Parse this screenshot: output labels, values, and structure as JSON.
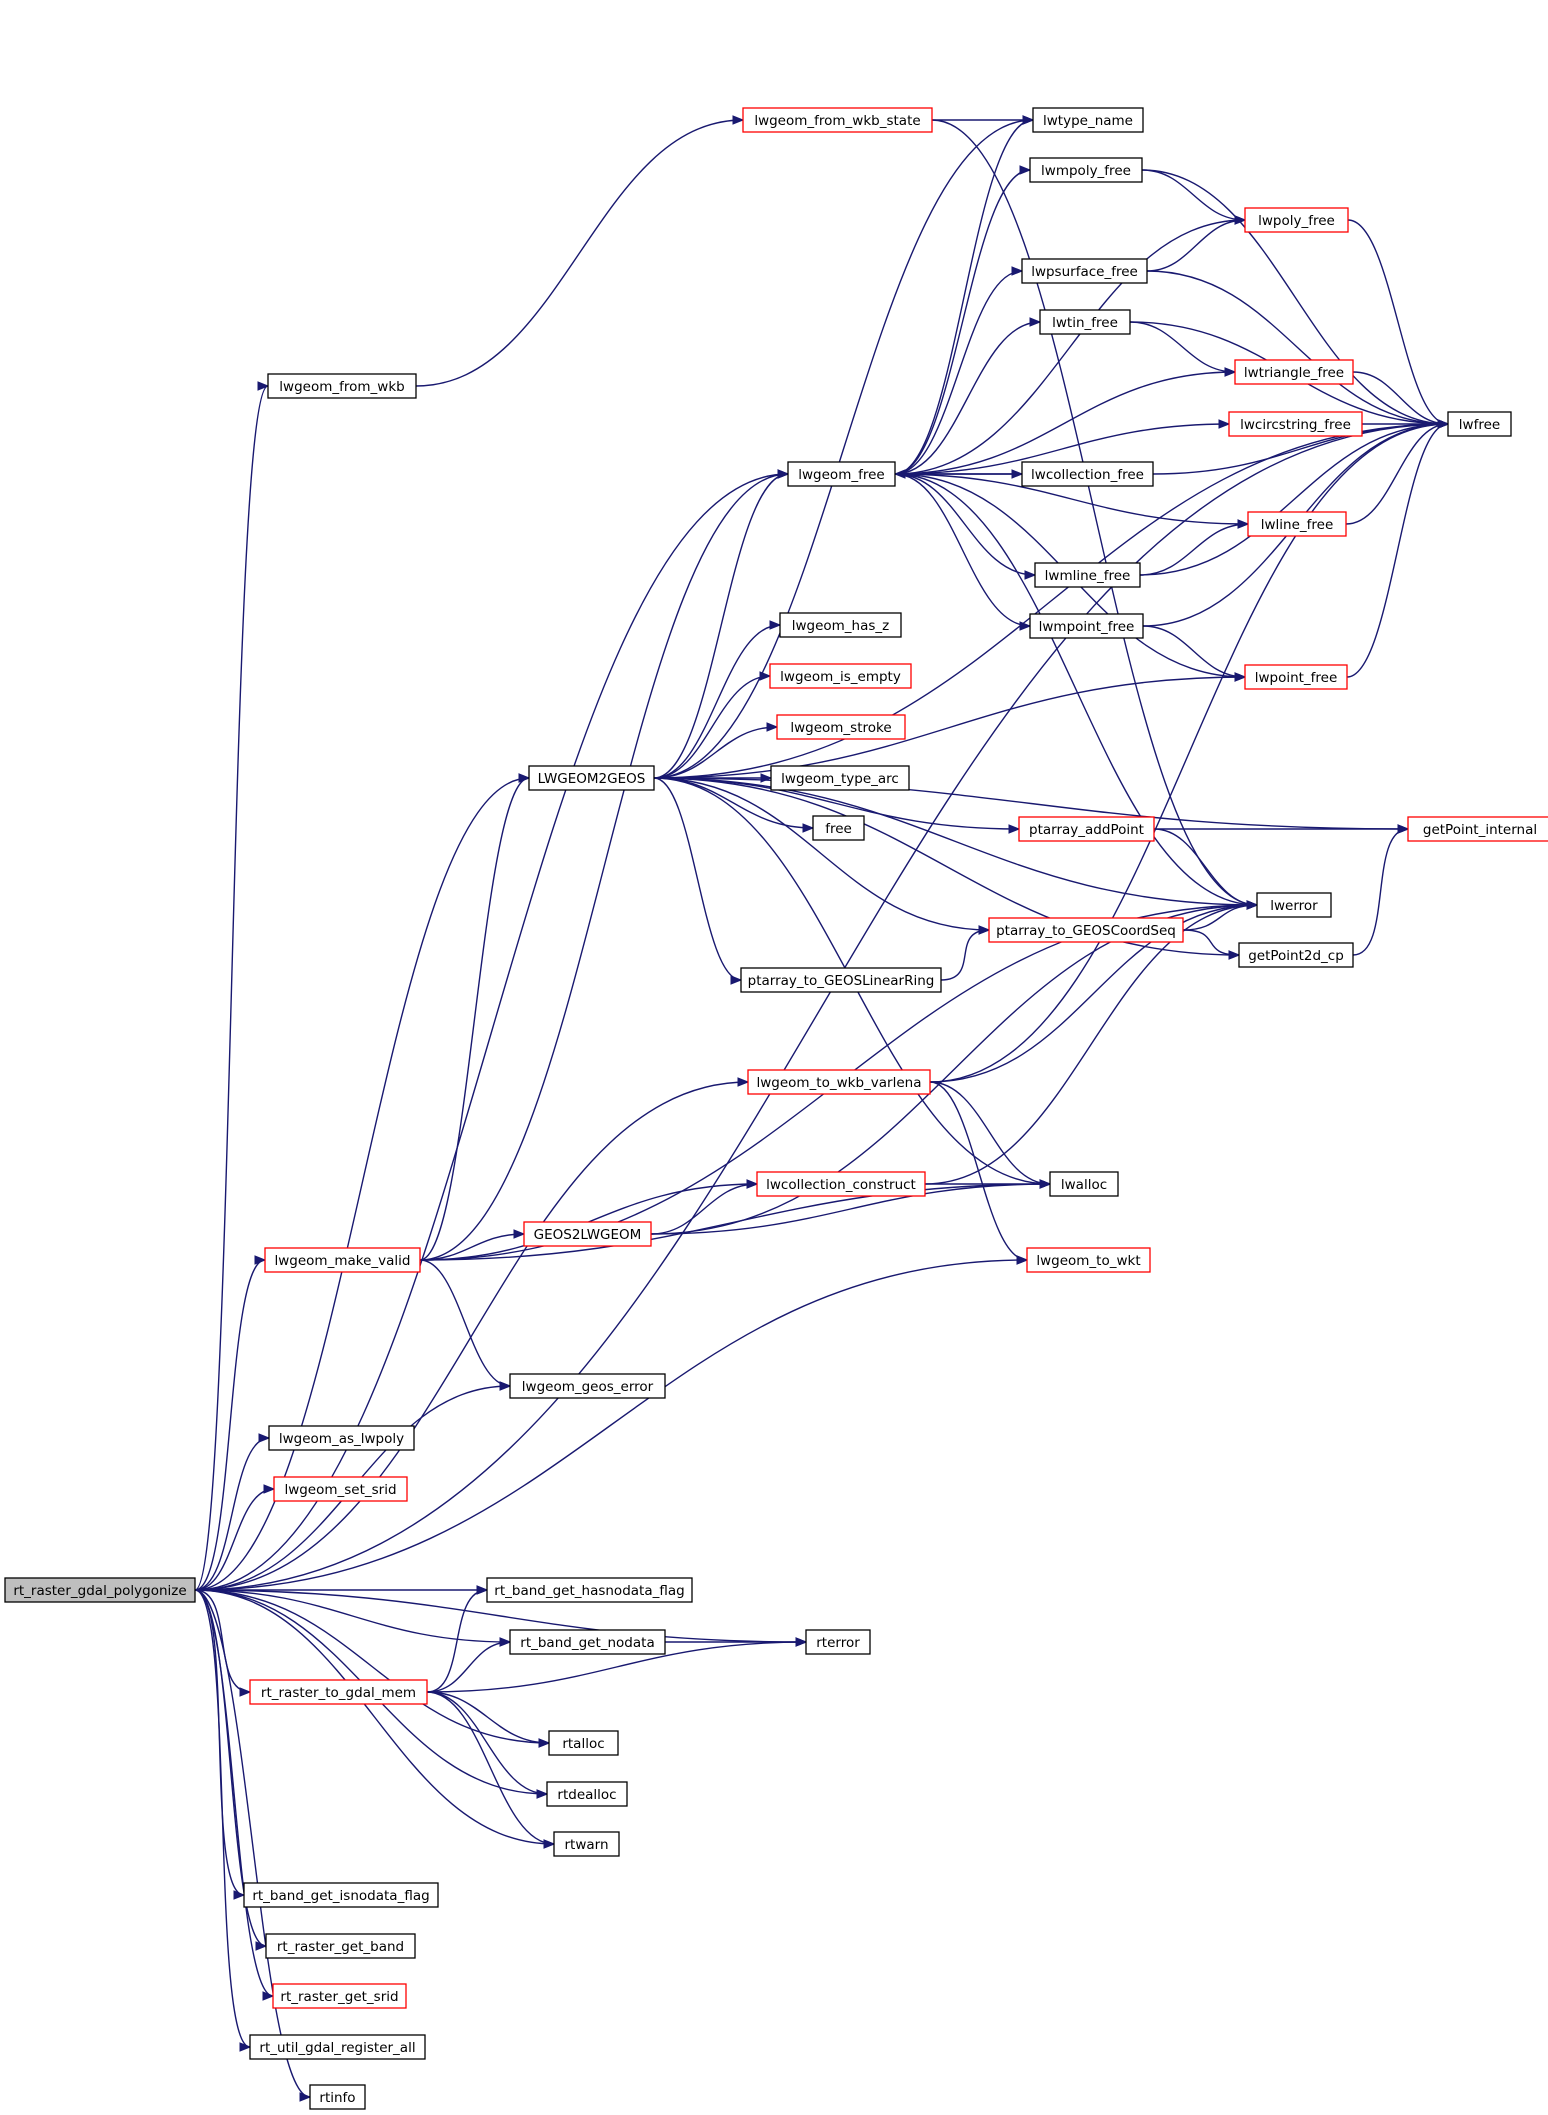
{
  "diagram": {
    "colors": {
      "edge": "#191970",
      "node_border": "#000000",
      "node_border_incomplete": "#ff0000",
      "root_fill": "#bfbfbf",
      "background": "#ffffff"
    },
    "nodes": [
      {
        "id": "root",
        "label": "rt_raster_gdal_polygonize",
        "kind": "root"
      },
      {
        "id": "lwgeom_from_wkb",
        "label": "lwgeom_from_wkb"
      },
      {
        "id": "lwgeom_from_wkb_state",
        "label": "lwgeom_from_wkb_state",
        "kind": "red"
      },
      {
        "id": "lwtype_name",
        "label": "lwtype_name"
      },
      {
        "id": "lwmpoly_free",
        "label": "lwmpoly_free"
      },
      {
        "id": "lwpoly_free",
        "label": "lwpoly_free",
        "kind": "red"
      },
      {
        "id": "lwpsurface_free",
        "label": "lwpsurface_free"
      },
      {
        "id": "lwtin_free",
        "label": "lwtin_free"
      },
      {
        "id": "lwtriangle_free",
        "label": "lwtriangle_free",
        "kind": "red"
      },
      {
        "id": "lwfree",
        "label": "lwfree"
      },
      {
        "id": "lwcircstring_free",
        "label": "lwcircstring_free",
        "kind": "red"
      },
      {
        "id": "lwgeom_free",
        "label": "lwgeom_free"
      },
      {
        "id": "lwcollection_free",
        "label": "lwcollection_free"
      },
      {
        "id": "lwline_free",
        "label": "lwline_free",
        "kind": "red"
      },
      {
        "id": "lwmline_free",
        "label": "lwmline_free"
      },
      {
        "id": "lwgeom_has_z",
        "label": "lwgeom_has_z"
      },
      {
        "id": "lwmpoint_free",
        "label": "lwmpoint_free"
      },
      {
        "id": "lwgeom_is_empty",
        "label": "lwgeom_is_empty",
        "kind": "red"
      },
      {
        "id": "lwpoint_free",
        "label": "lwpoint_free",
        "kind": "red"
      },
      {
        "id": "lwgeom_stroke",
        "label": "lwgeom_stroke",
        "kind": "red"
      },
      {
        "id": "LWGEOM2GEOS",
        "label": "LWGEOM2GEOS"
      },
      {
        "id": "lwgeom_type_arc",
        "label": "lwgeom_type_arc"
      },
      {
        "id": "free",
        "label": "free"
      },
      {
        "id": "ptarray_addPoint",
        "label": "ptarray_addPoint",
        "kind": "red"
      },
      {
        "id": "getPoint_internal",
        "label": "getPoint_internal",
        "kind": "red"
      },
      {
        "id": "lwerror",
        "label": "lwerror"
      },
      {
        "id": "ptarray_to_GEOSCoordSeq",
        "label": "ptarray_to_GEOSCoordSeq",
        "kind": "red"
      },
      {
        "id": "getPoint2d_cp",
        "label": "getPoint2d_cp"
      },
      {
        "id": "ptarray_to_GEOSLinearRing",
        "label": "ptarray_to_GEOSLinearRing"
      },
      {
        "id": "lwgeom_to_wkb_varlena",
        "label": "lwgeom_to_wkb_varlena",
        "kind": "red"
      },
      {
        "id": "lwcollection_construct",
        "label": "lwcollection_construct",
        "kind": "red"
      },
      {
        "id": "lwalloc",
        "label": "lwalloc"
      },
      {
        "id": "GEOS2LWGEOM",
        "label": "GEOS2LWGEOM",
        "kind": "red"
      },
      {
        "id": "lwgeom_make_valid",
        "label": "lwgeom_make_valid",
        "kind": "red"
      },
      {
        "id": "lwgeom_to_wkt",
        "label": "lwgeom_to_wkt",
        "kind": "red"
      },
      {
        "id": "lwgeom_geos_error",
        "label": "lwgeom_geos_error"
      },
      {
        "id": "lwgeom_as_lwpoly",
        "label": "lwgeom_as_lwpoly"
      },
      {
        "id": "lwgeom_set_srid",
        "label": "lwgeom_set_srid",
        "kind": "red"
      },
      {
        "id": "rt_band_get_hasnodata_flag",
        "label": "rt_band_get_hasnodata_flag"
      },
      {
        "id": "rt_band_get_nodata",
        "label": "rt_band_get_nodata"
      },
      {
        "id": "rterror",
        "label": "rterror"
      },
      {
        "id": "rt_raster_to_gdal_mem",
        "label": "rt_raster_to_gdal_mem",
        "kind": "red"
      },
      {
        "id": "rtalloc",
        "label": "rtalloc"
      },
      {
        "id": "rtdealloc",
        "label": "rtdealloc"
      },
      {
        "id": "rtwarn",
        "label": "rtwarn"
      },
      {
        "id": "rt_band_get_isnodata_flag",
        "label": "rt_band_get_isnodata_flag"
      },
      {
        "id": "rt_raster_get_band",
        "label": "rt_raster_get_band"
      },
      {
        "id": "rt_raster_get_srid",
        "label": "rt_raster_get_srid",
        "kind": "red"
      },
      {
        "id": "rt_util_gdal_register_all",
        "label": "rt_util_gdal_register_all"
      },
      {
        "id": "rtinfo",
        "label": "rtinfo"
      }
    ],
    "edges": [
      [
        "root",
        "lwgeom_from_wkb"
      ],
      [
        "root",
        "lwfree"
      ],
      [
        "root",
        "lwgeom_free"
      ],
      [
        "root",
        "LWGEOM2GEOS"
      ],
      [
        "root",
        "lwgeom_to_wkb_varlena"
      ],
      [
        "root",
        "lwgeom_make_valid"
      ],
      [
        "root",
        "lwgeom_geos_error"
      ],
      [
        "root",
        "lwgeom_to_wkt"
      ],
      [
        "root",
        "lwgeom_as_lwpoly"
      ],
      [
        "root",
        "lwgeom_set_srid"
      ],
      [
        "root",
        "rterror"
      ],
      [
        "root",
        "rt_band_get_hasnodata_flag"
      ],
      [
        "root",
        "rt_band_get_nodata"
      ],
      [
        "root",
        "rt_raster_to_gdal_mem"
      ],
      [
        "root",
        "rtalloc"
      ],
      [
        "root",
        "rtdealloc"
      ],
      [
        "root",
        "rtwarn"
      ],
      [
        "root",
        "rt_band_get_isnodata_flag"
      ],
      [
        "root",
        "rt_raster_get_band"
      ],
      [
        "root",
        "rt_raster_get_srid"
      ],
      [
        "root",
        "rt_util_gdal_register_all"
      ],
      [
        "root",
        "rtinfo"
      ],
      [
        "lwgeom_from_wkb",
        "lwgeom_from_wkb_state"
      ],
      [
        "lwgeom_from_wkb_state",
        "lwtype_name"
      ],
      [
        "lwgeom_from_wkb_state",
        "lwerror"
      ],
      [
        "lwmpoly_free",
        "lwpoly_free"
      ],
      [
        "lwmpoly_free",
        "lwfree"
      ],
      [
        "lwpoly_free",
        "lwfree"
      ],
      [
        "lwpsurface_free",
        "lwpoly_free"
      ],
      [
        "lwpsurface_free",
        "lwfree"
      ],
      [
        "lwtin_free",
        "lwtriangle_free"
      ],
      [
        "lwtin_free",
        "lwfree"
      ],
      [
        "lwtriangle_free",
        "lwfree"
      ],
      [
        "lwcircstring_free",
        "lwfree"
      ],
      [
        "lwcollection_free",
        "lwgeom_free"
      ],
      [
        "lwcollection_free",
        "lwfree"
      ],
      [
        "lwline_free",
        "lwfree"
      ],
      [
        "lwmline_free",
        "lwline_free"
      ],
      [
        "lwmline_free",
        "lwfree"
      ],
      [
        "lwmpoint_free",
        "lwpoint_free"
      ],
      [
        "lwmpoint_free",
        "lwfree"
      ],
      [
        "lwpoint_free",
        "lwfree"
      ],
      [
        "lwgeom_free",
        "lwtype_name"
      ],
      [
        "lwgeom_free",
        "lwmpoly_free"
      ],
      [
        "lwgeom_free",
        "lwpoly_free"
      ],
      [
        "lwgeom_free",
        "lwpsurface_free"
      ],
      [
        "lwgeom_free",
        "lwtin_free"
      ],
      [
        "lwgeom_free",
        "lwtriangle_free"
      ],
      [
        "lwgeom_free",
        "lwcircstring_free"
      ],
      [
        "lwgeom_free",
        "lwcollection_free"
      ],
      [
        "lwgeom_free",
        "lwline_free"
      ],
      [
        "lwgeom_free",
        "lwmline_free"
      ],
      [
        "lwgeom_free",
        "lwmpoint_free"
      ],
      [
        "lwgeom_free",
        "lwpoint_free"
      ],
      [
        "lwgeom_free",
        "lwerror"
      ],
      [
        "LWGEOM2GEOS",
        "lwtype_name"
      ],
      [
        "LWGEOM2GEOS",
        "lwfree"
      ],
      [
        "LWGEOM2GEOS",
        "lwgeom_free"
      ],
      [
        "LWGEOM2GEOS",
        "lwgeom_has_z"
      ],
      [
        "LWGEOM2GEOS",
        "lwgeom_is_empty"
      ],
      [
        "LWGEOM2GEOS",
        "lwpoint_free"
      ],
      [
        "LWGEOM2GEOS",
        "lwgeom_stroke"
      ],
      [
        "LWGEOM2GEOS",
        "lwgeom_type_arc"
      ],
      [
        "LWGEOM2GEOS",
        "free"
      ],
      [
        "LWGEOM2GEOS",
        "ptarray_addPoint"
      ],
      [
        "LWGEOM2GEOS",
        "getPoint_internal"
      ],
      [
        "LWGEOM2GEOS",
        "lwerror"
      ],
      [
        "LWGEOM2GEOS",
        "ptarray_to_GEOSCoordSeq"
      ],
      [
        "LWGEOM2GEOS",
        "ptarray_to_GEOSLinearRing"
      ],
      [
        "LWGEOM2GEOS",
        "getPoint2d_cp"
      ],
      [
        "LWGEOM2GEOS",
        "lwalloc"
      ],
      [
        "ptarray_addPoint",
        "getPoint_internal"
      ],
      [
        "ptarray_addPoint",
        "lwerror"
      ],
      [
        "ptarray_to_GEOSCoordSeq",
        "lwerror"
      ],
      [
        "ptarray_to_GEOSCoordSeq",
        "getPoint2d_cp"
      ],
      [
        "getPoint2d_cp",
        "getPoint_internal"
      ],
      [
        "ptarray_to_GEOSLinearRing",
        "ptarray_to_GEOSCoordSeq"
      ],
      [
        "lwgeom_to_wkb_varlena",
        "lwerror"
      ],
      [
        "lwgeom_to_wkb_varlena",
        "lwfree"
      ],
      [
        "lwgeom_to_wkb_varlena",
        "lwalloc"
      ],
      [
        "lwgeom_to_wkb_varlena",
        "lwgeom_to_wkt"
      ],
      [
        "lwcollection_construct",
        "lwalloc"
      ],
      [
        "lwcollection_construct",
        "lwerror"
      ],
      [
        "GEOS2LWGEOM",
        "lwcollection_construct"
      ],
      [
        "GEOS2LWGEOM",
        "lwalloc"
      ],
      [
        "GEOS2LWGEOM",
        "lwerror"
      ],
      [
        "lwgeom_make_valid",
        "lwgeom_free"
      ],
      [
        "lwgeom_make_valid",
        "LWGEOM2GEOS"
      ],
      [
        "lwgeom_make_valid",
        "lwcollection_construct"
      ],
      [
        "lwgeom_make_valid",
        "GEOS2LWGEOM"
      ],
      [
        "lwgeom_make_valid",
        "lwalloc"
      ],
      [
        "lwgeom_make_valid",
        "lwerror"
      ],
      [
        "lwgeom_make_valid",
        "lwgeom_geos_error"
      ],
      [
        "rt_raster_to_gdal_mem",
        "rt_band_get_hasnodata_flag"
      ],
      [
        "rt_raster_to_gdal_mem",
        "rt_band_get_nodata"
      ],
      [
        "rt_raster_to_gdal_mem",
        "rterror"
      ],
      [
        "rt_raster_to_gdal_mem",
        "rtalloc"
      ],
      [
        "rt_raster_to_gdal_mem",
        "rtdealloc"
      ],
      [
        "rt_raster_to_gdal_mem",
        "rtwarn"
      ],
      [
        "rt_band_get_nodata",
        "rterror"
      ]
    ]
  }
}
